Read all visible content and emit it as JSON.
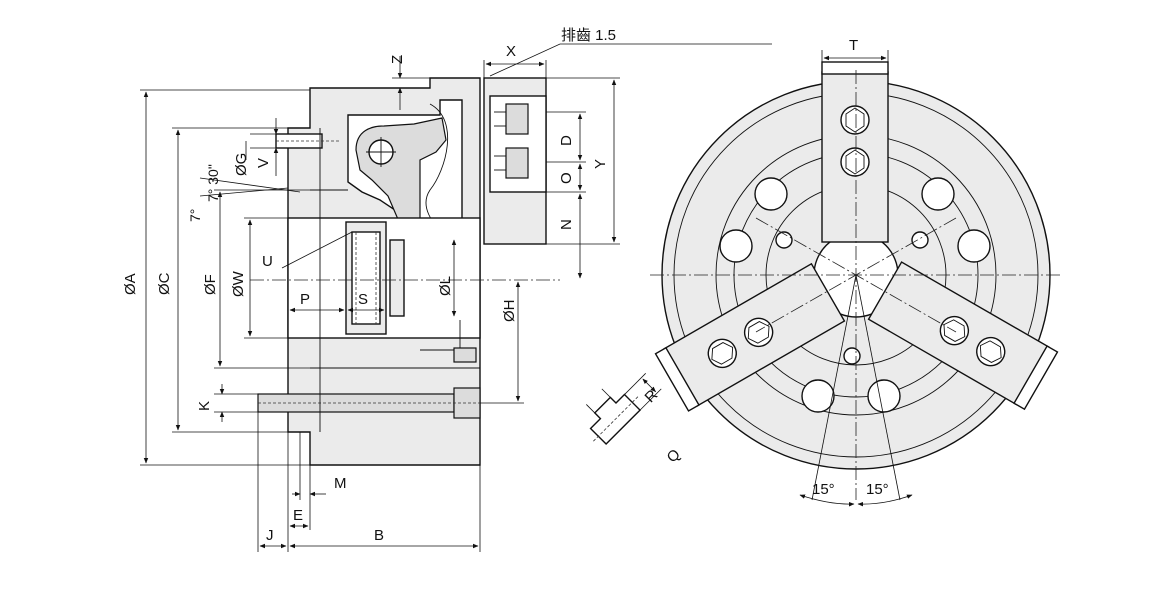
{
  "labels": {
    "chamfer": "排齒 1.5",
    "X": "X",
    "Z": "Z",
    "V": "V",
    "D": "D",
    "O": "O",
    "Y": "Y",
    "N": "N",
    "G": "ØG",
    "angle1": "7° 30\"",
    "angle2": "7°",
    "U": "U",
    "A": "ØA",
    "C": "ØC",
    "F": "ØF",
    "W": "ØW",
    "P": "P",
    "S": "S",
    "L": "ØL",
    "H": "ØH",
    "K": "K",
    "M": "M",
    "E": "E",
    "J": "J",
    "B": "B",
    "T": "T",
    "R": "R",
    "Q": "Q",
    "ang15a": "15°",
    "ang15b": "15°"
  }
}
